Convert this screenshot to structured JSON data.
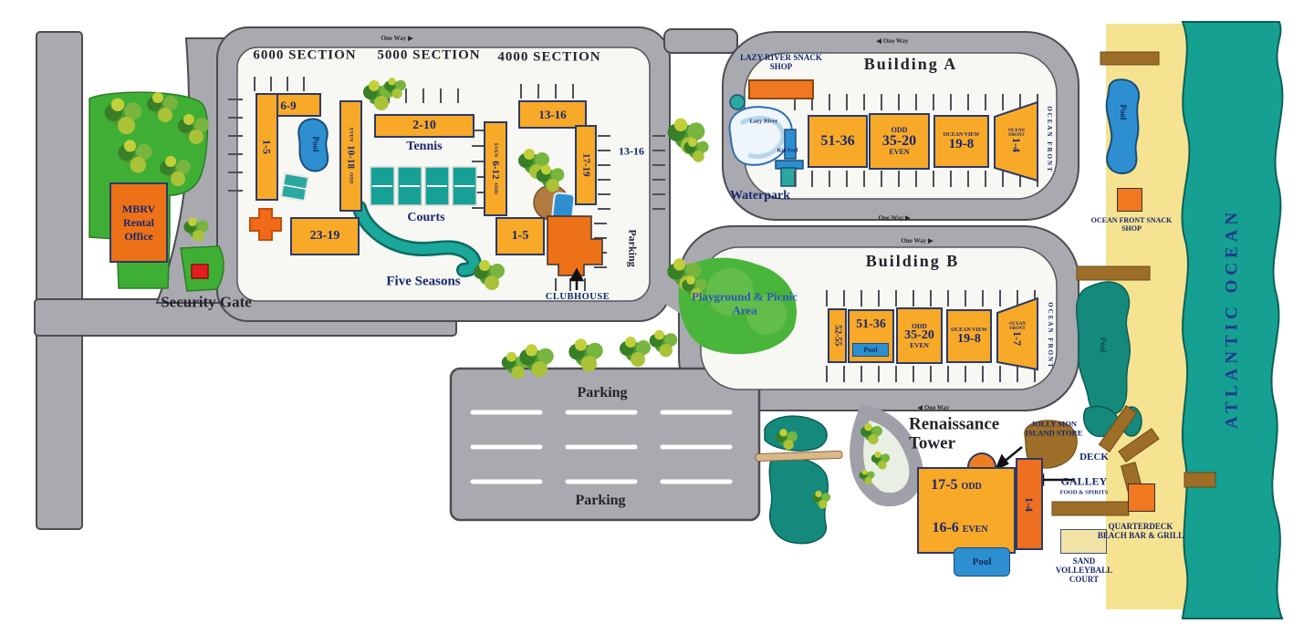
{
  "sections": {
    "s6000": "6000 SECTION",
    "s5000": "5000 SECTION",
    "s4000": "4000 SECTION"
  },
  "labels": {
    "one_way": "One Way",
    "security_gate": "Security Gate",
    "mbrv_office": "MBRV Rental Office",
    "tennis": "Tennis",
    "courts": "Courts",
    "five_seasons": "Five Seasons",
    "clubhouse": "CLUBHOUSE",
    "parking": "Parking",
    "building_a": "Building A",
    "building_b": "Building B",
    "lazy_river_snack_shop": "LAZY RIVER SNACK SHOP",
    "waterpark": "Waterpark",
    "lazy_river": "Lazy River",
    "kid_pool": "Kid Pool",
    "playground": "Playground & Picnic Area",
    "renaissance_tower": "Renaissance Tower",
    "jolly_mon": "JOLLY MON ISLAND STORE",
    "deck": "DECK",
    "galley": "GALLEY",
    "galley_sub": "FOOD & SPIRITS",
    "quarterdeck": "QUARTERDECK BEACH BAR & GRILL",
    "sand_volleyball": "SAND VOLLEYBALL COURT",
    "ocean_front_snack": "OCEAN FRONT SNACK SHOP",
    "atlantic_ocean": "ATLANTIC OCEAN",
    "ocean_front": "OCEAN FRONT",
    "ocean_view": "OCEAN VIEW",
    "odd": "ODD",
    "even": "EVEN",
    "pool": "Pool"
  },
  "units": {
    "main": {
      "l_shape_top": "6-9",
      "l_shape_side": "1-5",
      "odd_even_west": "10-18",
      "long_north": "2-10",
      "south_west": "23-19",
      "north_east": "13-16",
      "east_wing": "17-19",
      "east_label": "13-16",
      "odd_even_east": "6-12",
      "south_east": "1-5"
    },
    "building_a": {
      "u1": "51-36",
      "u2": "35-20",
      "u3": "19-8",
      "u4": "1-4"
    },
    "building_b": {
      "u0": "52-55",
      "u1": "51-36",
      "u2": "35-20",
      "u3": "19-8",
      "u4": "1-7"
    },
    "renaissance": {
      "odd_range": "17-5",
      "even_range": "16-6",
      "wing": "1-4"
    }
  },
  "colors": {
    "road": "#a9a9b0",
    "building_yellow": "#f8a928",
    "accent_orange": "#ed7117",
    "pool_blue": "#2d8fd0",
    "pond_teal": "#15897c",
    "ocean_teal": "#16a091",
    "sand": "#f6e391",
    "grass_green": "#3fae35",
    "label_navy": "#18276e"
  }
}
